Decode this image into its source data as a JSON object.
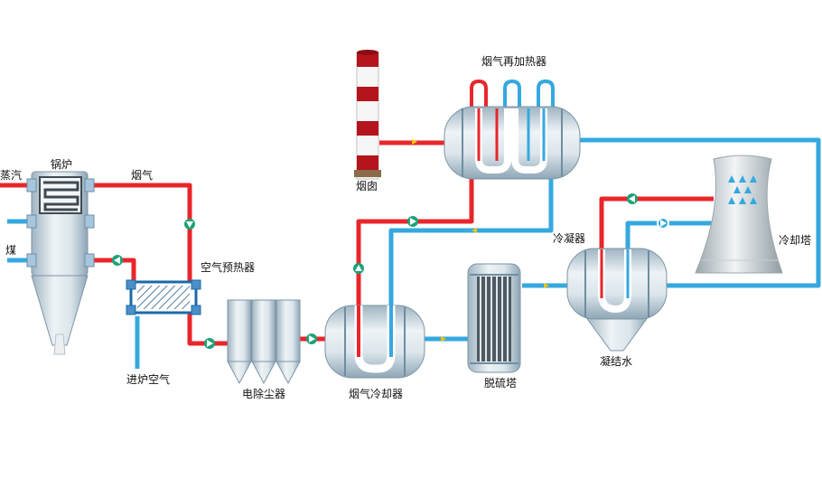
{
  "labels": {
    "steam": "蒸汽",
    "boiler": "锅炉",
    "flue_gas": "烟气",
    "coal": "煤",
    "air_preheater": "空气预热器",
    "furnace_air": "进炉空气",
    "esp": "电除尘器",
    "flue_gas_cooler": "烟气冷却器",
    "chimney": "烟囱",
    "reheater": "烟气再加热器",
    "desulfurization_tower": "脱硫塔",
    "condenser": "冷凝器",
    "condensate": "凝结水",
    "cooling_tower": "冷却塔"
  },
  "colors": {
    "hot_pipe": "#e8262b",
    "cold_pipe": "#35a8e0",
    "vessel_light": "#e6eef3",
    "vessel_dark": "#9fb4c2",
    "flow_marker": "#1aa377"
  }
}
